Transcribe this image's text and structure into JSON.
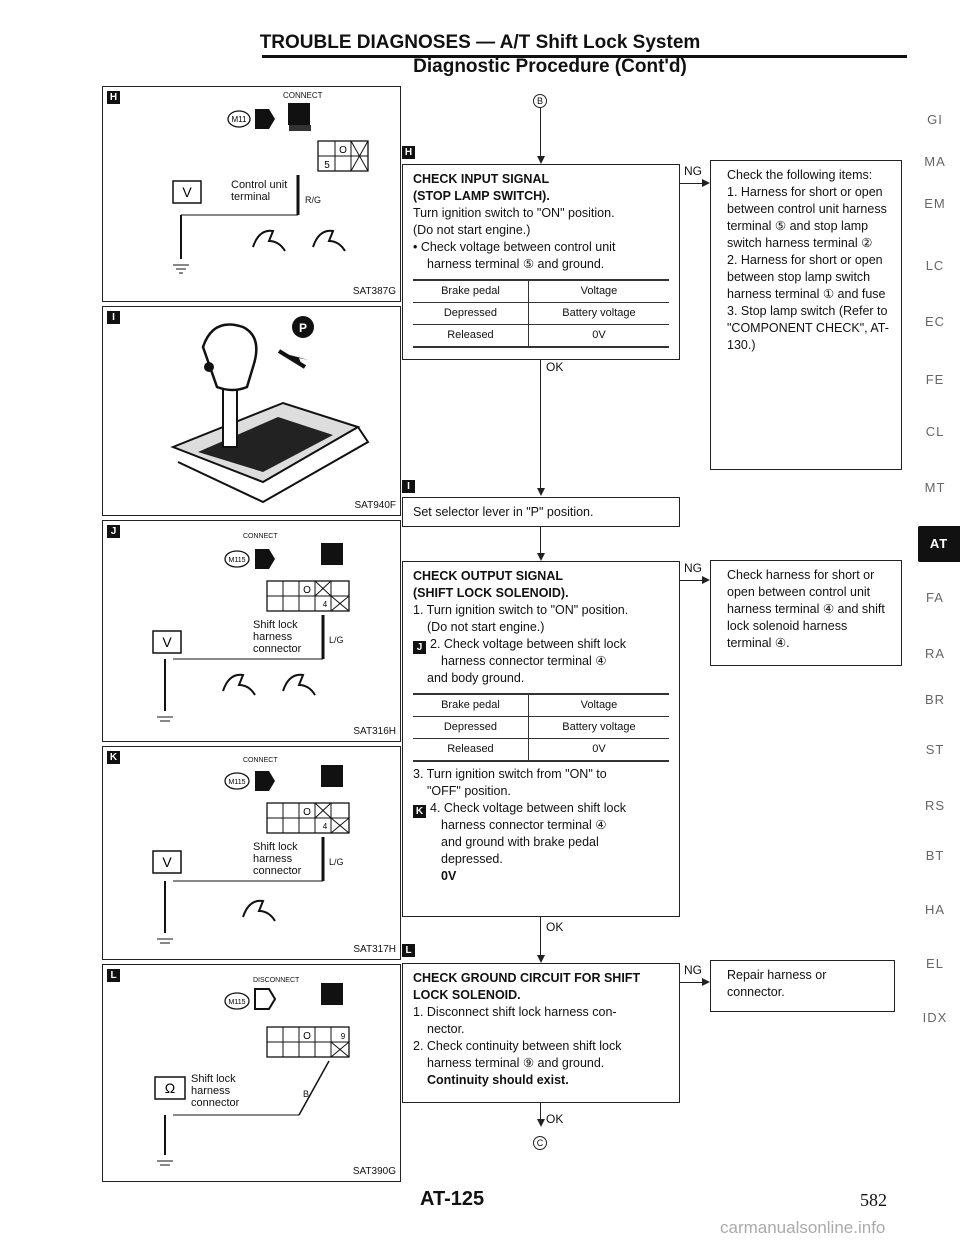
{
  "header": {
    "title": "TROUBLE DIAGNOSES — A/T Shift Lock System",
    "subtitle": "Diagnostic Procedure (Cont'd)"
  },
  "panels": [
    {
      "tag": "H",
      "code": "SAT387G",
      "connect": "CONNECT",
      "conn_id": "M11",
      "label": "Control unit terminal",
      "wire": "R/G",
      "pins": "5"
    },
    {
      "tag": "I",
      "code": "SAT940F"
    },
    {
      "tag": "J",
      "code": "SAT316H",
      "connect": "CONNECT",
      "conn_id": "M115",
      "label": "Shift lock harness connector",
      "wire": "L/G",
      "pins": "4"
    },
    {
      "tag": "K",
      "code": "SAT317H",
      "connect": "CONNECT",
      "conn_id": "M115",
      "label": "Shift lock harness connector",
      "wire": "L/G",
      "pins": "4"
    },
    {
      "tag": "L",
      "code": "SAT390G",
      "connect": "DISCONNECT",
      "conn_id": "M115",
      "label": "Shift lock harness connector",
      "wire": "B",
      "pins": "9"
    }
  ],
  "flow": {
    "start_marker": "B",
    "end_marker": "C",
    "tag_h": "H",
    "tag_i": "I",
    "tag_l": "L",
    "box1": {
      "title1": "CHECK INPUT SIGNAL",
      "title2": "(STOP LAMP SWITCH).",
      "l1": "Turn ignition switch to \"ON\" position.",
      "l2": "(Do not start engine.)",
      "l3": "• Check voltage between control unit",
      "l4": "harness terminal ⑤ and ground.",
      "table": {
        "h1": "Brake pedal",
        "h2": "Voltage",
        "r1c1": "Depressed",
        "r1c2": "Battery voltage",
        "r2c1": "Released",
        "r2c2": "0V"
      }
    },
    "box1_ng": "Check the following items:\n1. Harness for short or open between control unit harness terminal ⑤ and stop lamp switch harness terminal ②\n2. Harness for short or open between stop lamp switch harness terminal ① and fuse\n3. Stop lamp switch (Refer to \"COMPONENT CHECK\", AT-130.)",
    "box2": "Set selector lever in \"P\" position.",
    "box3": {
      "title1": "CHECK OUTPUT SIGNAL",
      "title2": "(SHIFT LOCK SOLENOID).",
      "l1": "1. Turn ignition switch to \"ON\" position.",
      "l2": "(Do not start engine.)",
      "tag_j": "J",
      "l3": "2. Check voltage between shift lock",
      "l4": "harness connector terminal ④",
      "l5": "and body ground.",
      "table": {
        "h1": "Brake pedal",
        "h2": "Voltage",
        "r1c1": "Depressed",
        "r1c2": "Battery voltage",
        "r2c1": "Released",
        "r2c2": "0V"
      },
      "l6": "3. Turn ignition switch from \"ON\" to",
      "l7": "\"OFF\" position.",
      "tag_k": "K",
      "l8": "4. Check voltage between shift lock",
      "l9": "harness connector terminal ④",
      "l10": "and ground with brake pedal",
      "l11": "depressed.",
      "l12": "0V"
    },
    "box3_ng": "Check harness for short or open between control unit harness terminal ④ and shift lock solenoid harness terminal ④.",
    "box4": {
      "title1": "CHECK GROUND CIRCUIT FOR SHIFT",
      "title2": "LOCK SOLENOID.",
      "l1": "1. Disconnect shift lock harness con-",
      "l2": "nector.",
      "l3": "2. Check continuity between shift lock",
      "l4": "harness terminal ⑨ and ground.",
      "l5": "Continuity should exist."
    },
    "box4_ng": "Repair harness or connector.",
    "ok": "OK",
    "ng": "NG"
  },
  "side_nav": [
    "GI",
    "MA",
    "EM",
    "LC",
    "EC",
    "FE",
    "CL",
    "MT",
    "AT",
    "FA",
    "RA",
    "BR",
    "ST",
    "RS",
    "BT",
    "HA",
    "EL",
    "IDX"
  ],
  "active_nav": "AT",
  "footer": {
    "page_code": "AT-125",
    "page_number": "582",
    "watermark": "carmanualsonline.info"
  }
}
